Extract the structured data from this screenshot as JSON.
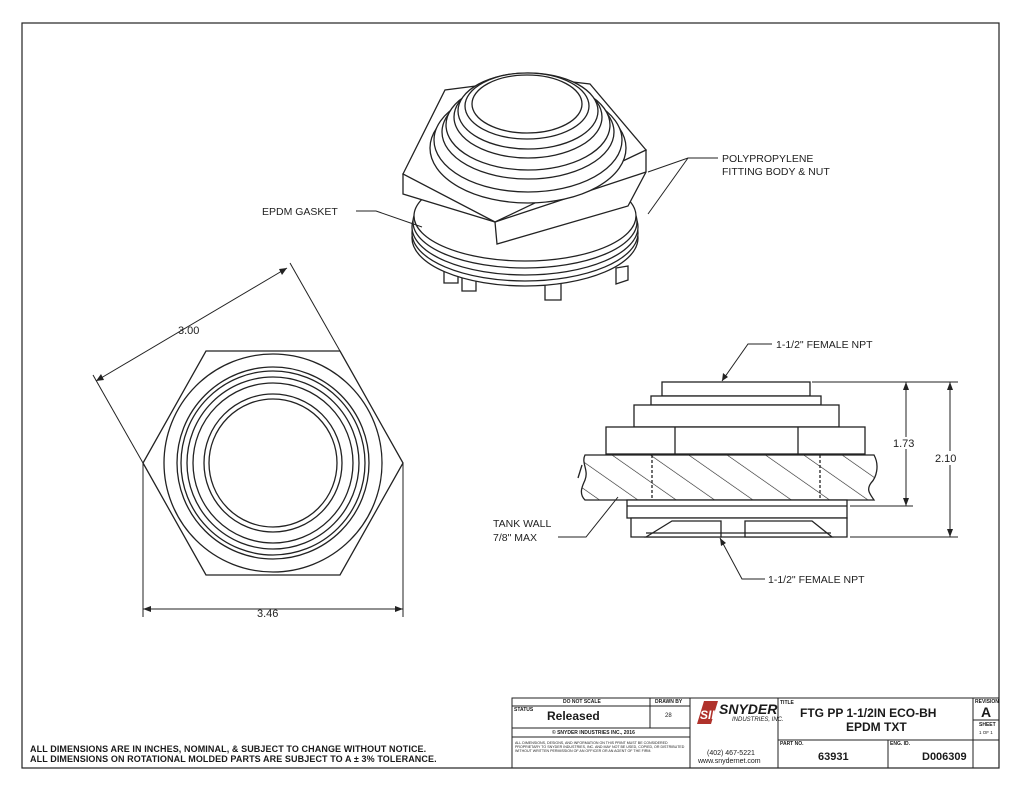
{
  "callouts": {
    "gasket": "EPDM GASKET",
    "body_line1": "POLYPROPYLENE",
    "body_line2": "FITTING BODY & NUT",
    "npt_top": "1-1/2\" FEMALE NPT",
    "npt_bottom": "1-1/2\" FEMALE NPT",
    "tank_line1": "TANK WALL",
    "tank_line2": "7/8\" MAX"
  },
  "dimensions": {
    "across_flats": "3.00",
    "across_corners": "3.46",
    "height_body": "1.73",
    "height_total": "2.10"
  },
  "notes": {
    "line1": "ALL DIMENSIONS ARE IN INCHES, NOMINAL, & SUBJECT TO CHANGE WITHOUT NOTICE.",
    "line2": "ALL DIMENSIONS ON ROTATIONAL MOLDED PARTS ARE SUBJECT TO A ± 3% TOLERANCE."
  },
  "title_block": {
    "do_not_scale": "DO NOT SCALE",
    "drawn_by_label": "DRAWN BY",
    "drawn_by_value": "28",
    "status_label": "STATUS",
    "status_value": "Released",
    "copyright": "© SNYDER INDUSTRIES INC., 2016",
    "disclaimer": "ALL DIMENSIONS, DESIGNS, AND INFORMATION ON THIS PRINT MUST BE CONSIDERED PROPRIETARY TO SNYDER INDUSTRIES, INC. AND MAY NOT BE USED, COPIED, OR DISTRIBUTED WITHOUT WRITTEN PERMISSION OF AN OFFICER OR AN AGENT OF THE FIRM.",
    "logo_mark": "SII",
    "company_name": "SNYDER",
    "company_sub": "INDUSTRIES, INC.",
    "phone": "(402) 467-5221",
    "website": "www.snydernet.com",
    "title_label": "TITLE",
    "title_line1": "FTG PP 1-1/2IN ECO-BH",
    "title_line2": "EPDM TXT",
    "revision_label": "REVISION",
    "revision_value": "A",
    "sheet_label": "SHEET",
    "sheet_value": "1 OF 1",
    "part_no_label": "PART NO.",
    "part_no_value": "63931",
    "eng_id_label": "ENG. ID.",
    "eng_id_value": "D006309"
  }
}
